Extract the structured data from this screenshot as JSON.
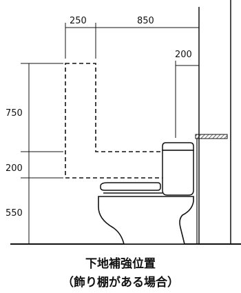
{
  "dimensions": {
    "top_left": "250",
    "top_right": "850",
    "shelf_offset": "200",
    "height_upper": "750",
    "height_mid": "200",
    "height_lower": "550"
  },
  "caption": {
    "line1": "下地補強位置",
    "line2": "（飾り棚がある場合）"
  }
}
